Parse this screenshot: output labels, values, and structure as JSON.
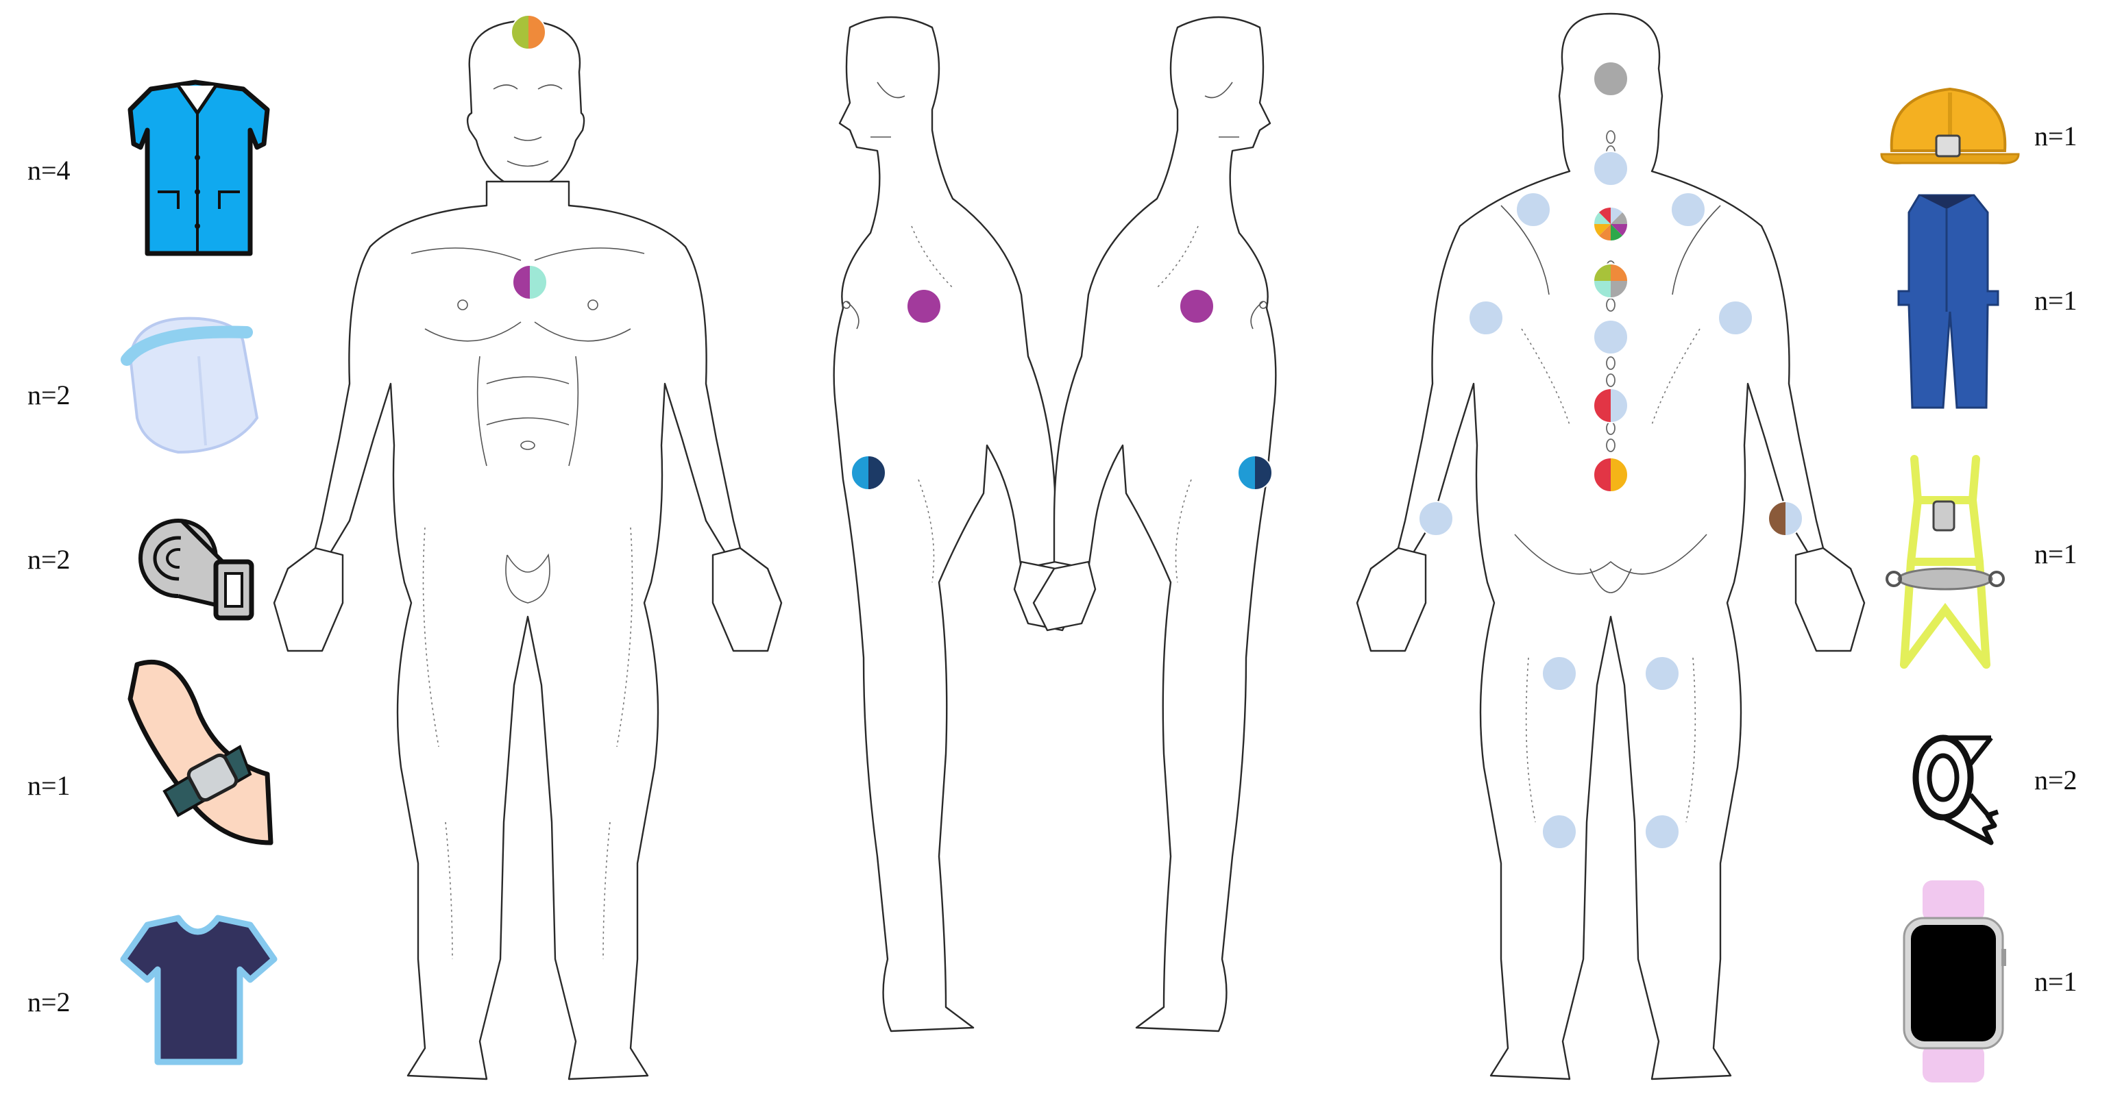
{
  "colors": {
    "light_blue": "#c5d8ef",
    "grey": "#a8a8a8",
    "purple": "#a23a9c",
    "mint": "#9ee8d6",
    "olive": "#a8c23a",
    "orange": "#ef8a3a",
    "sky": "#1f9bd6",
    "navy": "#1c3a66",
    "red": "#e23545",
    "yellow": "#f5b417",
    "brown": "#8a5a3a",
    "green": "#2ea84a",
    "body_outline": "#2a2a2a"
  },
  "left_items": [
    {
      "icon": "lab-coat-icon",
      "count": "n=4"
    },
    {
      "icon": "face-shield-icon",
      "count": "n=2"
    },
    {
      "icon": "belt-icon",
      "count": "n=2"
    },
    {
      "icon": "armband-sensor-icon",
      "count": "n=1"
    },
    {
      "icon": "tshirt-icon",
      "count": "n=2"
    }
  ],
  "right_items": [
    {
      "icon": "hard-hat-icon",
      "count": "n=1"
    },
    {
      "icon": "coverall-icon",
      "count": "n=1"
    },
    {
      "icon": "safety-harness-icon",
      "count": "n=1"
    },
    {
      "icon": "adhesive-tape-icon",
      "count": "n=2"
    },
    {
      "icon": "smartwatch-icon",
      "count": "n=1"
    }
  ],
  "sensor_markers": {
    "front": [
      {
        "site": "forehead",
        "colors": [
          "olive",
          "orange"
        ]
      },
      {
        "site": "sternum",
        "colors": [
          "purple",
          "mint"
        ]
      }
    ],
    "side_left": [
      {
        "site": "upper-arm",
        "colors": [
          "purple"
        ]
      },
      {
        "site": "hip",
        "colors": [
          "sky",
          "navy"
        ]
      }
    ],
    "side_right": [
      {
        "site": "upper-arm",
        "colors": [
          "purple"
        ]
      },
      {
        "site": "hip",
        "colors": [
          "sky",
          "navy"
        ]
      }
    ],
    "back": [
      {
        "site": "head-back",
        "colors": [
          "grey"
        ]
      },
      {
        "site": "c7",
        "colors": [
          "light_blue"
        ]
      },
      {
        "site": "left-shoulder",
        "colors": [
          "light_blue"
        ]
      },
      {
        "site": "right-shoulder",
        "colors": [
          "light_blue"
        ]
      },
      {
        "site": "upper-thoracic",
        "colors": [
          "light_blue",
          "grey",
          "purple",
          "green",
          "orange",
          "yellow",
          "mint",
          "red"
        ]
      },
      {
        "site": "mid-thoracic",
        "colors": [
          "orange",
          "grey",
          "mint",
          "olive"
        ]
      },
      {
        "site": "left-upper-arm",
        "colors": [
          "light_blue"
        ]
      },
      {
        "site": "right-upper-arm",
        "colors": [
          "light_blue"
        ]
      },
      {
        "site": "thoracolumbar",
        "colors": [
          "light_blue"
        ]
      },
      {
        "site": "lumbar",
        "colors": [
          "red",
          "light_blue"
        ]
      },
      {
        "site": "sacral",
        "colors": [
          "red",
          "yellow"
        ]
      },
      {
        "site": "left-wrist",
        "colors": [
          "light_blue"
        ]
      },
      {
        "site": "right-wrist",
        "colors": [
          "brown",
          "light_blue"
        ]
      },
      {
        "site": "left-thigh",
        "colors": [
          "light_blue"
        ]
      },
      {
        "site": "right-thigh",
        "colors": [
          "light_blue"
        ]
      },
      {
        "site": "left-calf",
        "colors": [
          "light_blue"
        ]
      },
      {
        "site": "right-calf",
        "colors": [
          "light_blue"
        ]
      }
    ]
  }
}
